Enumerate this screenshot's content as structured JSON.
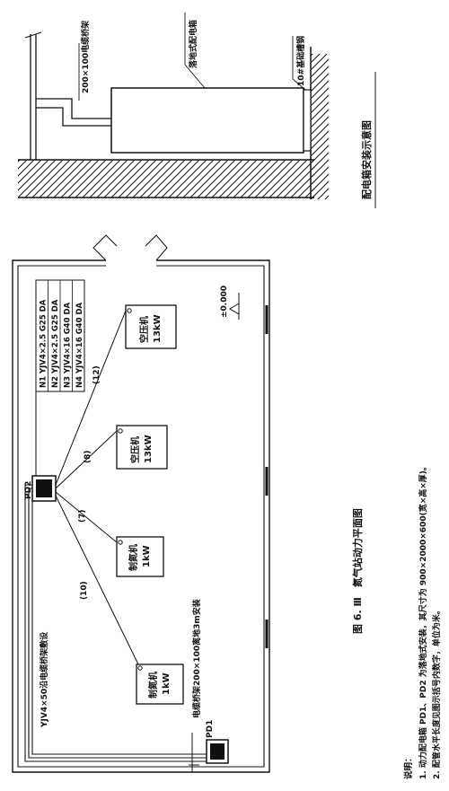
{
  "install_detail": {
    "tray_label": "200×100电缆桥架",
    "cabinet_label": "落地式配电箱",
    "channel_label": "10#基础槽钢",
    "caption": "配电箱安装示意图"
  },
  "plan": {
    "pd1_label": "PD1",
    "pd2_label": "PD2",
    "cable_run_label": "YJV4×50沿电缆桥架敷设",
    "tray_install_label": "电缆桥架200×100离地3m安装",
    "elevation_label": "±0.000",
    "cable_schedule": [
      "N1 YJV4×2.5 G25 DA",
      "N2 YJV4×2.5 G25 DA",
      "N3 YJV4×16 G40 DA",
      "N4 YJV4×16 G40 DA"
    ],
    "equipment": [
      {
        "name": "制氮机",
        "power": "1kW",
        "length": "(10)"
      },
      {
        "name": "制氮机",
        "power": "1kW",
        "length": "(7)"
      },
      {
        "name": "空压机",
        "power": "13kW",
        "length": "(8)"
      },
      {
        "name": "空压机",
        "power": "13kW",
        "length": "(12)"
      }
    ]
  },
  "figure_caption": "图 6. Ⅲ　氮气站动力平面图",
  "notes": {
    "heading": "说明：",
    "items": [
      "1. 动力配电箱 PD1、PD2 为落地式安装，其尺寸为 900×2000×600(宽×高×厚)。",
      "2. 配管水平长度见图示括号内数字，单位为米。"
    ]
  }
}
